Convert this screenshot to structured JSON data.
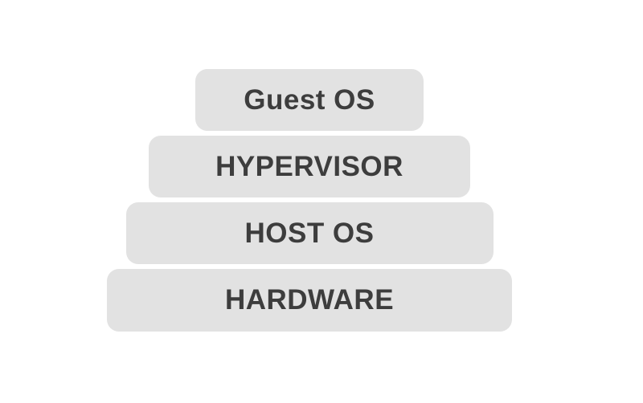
{
  "diagram": {
    "type": "layer-stack",
    "background_color": "#ffffff",
    "box_fill_color": "#e2e2e2",
    "text_color": "#3d3d3d",
    "layers": [
      {
        "label": "Guest OS"
      },
      {
        "label": "HYPERVISOR"
      },
      {
        "label": "HOST OS"
      },
      {
        "label": "HARDWARE"
      }
    ]
  }
}
